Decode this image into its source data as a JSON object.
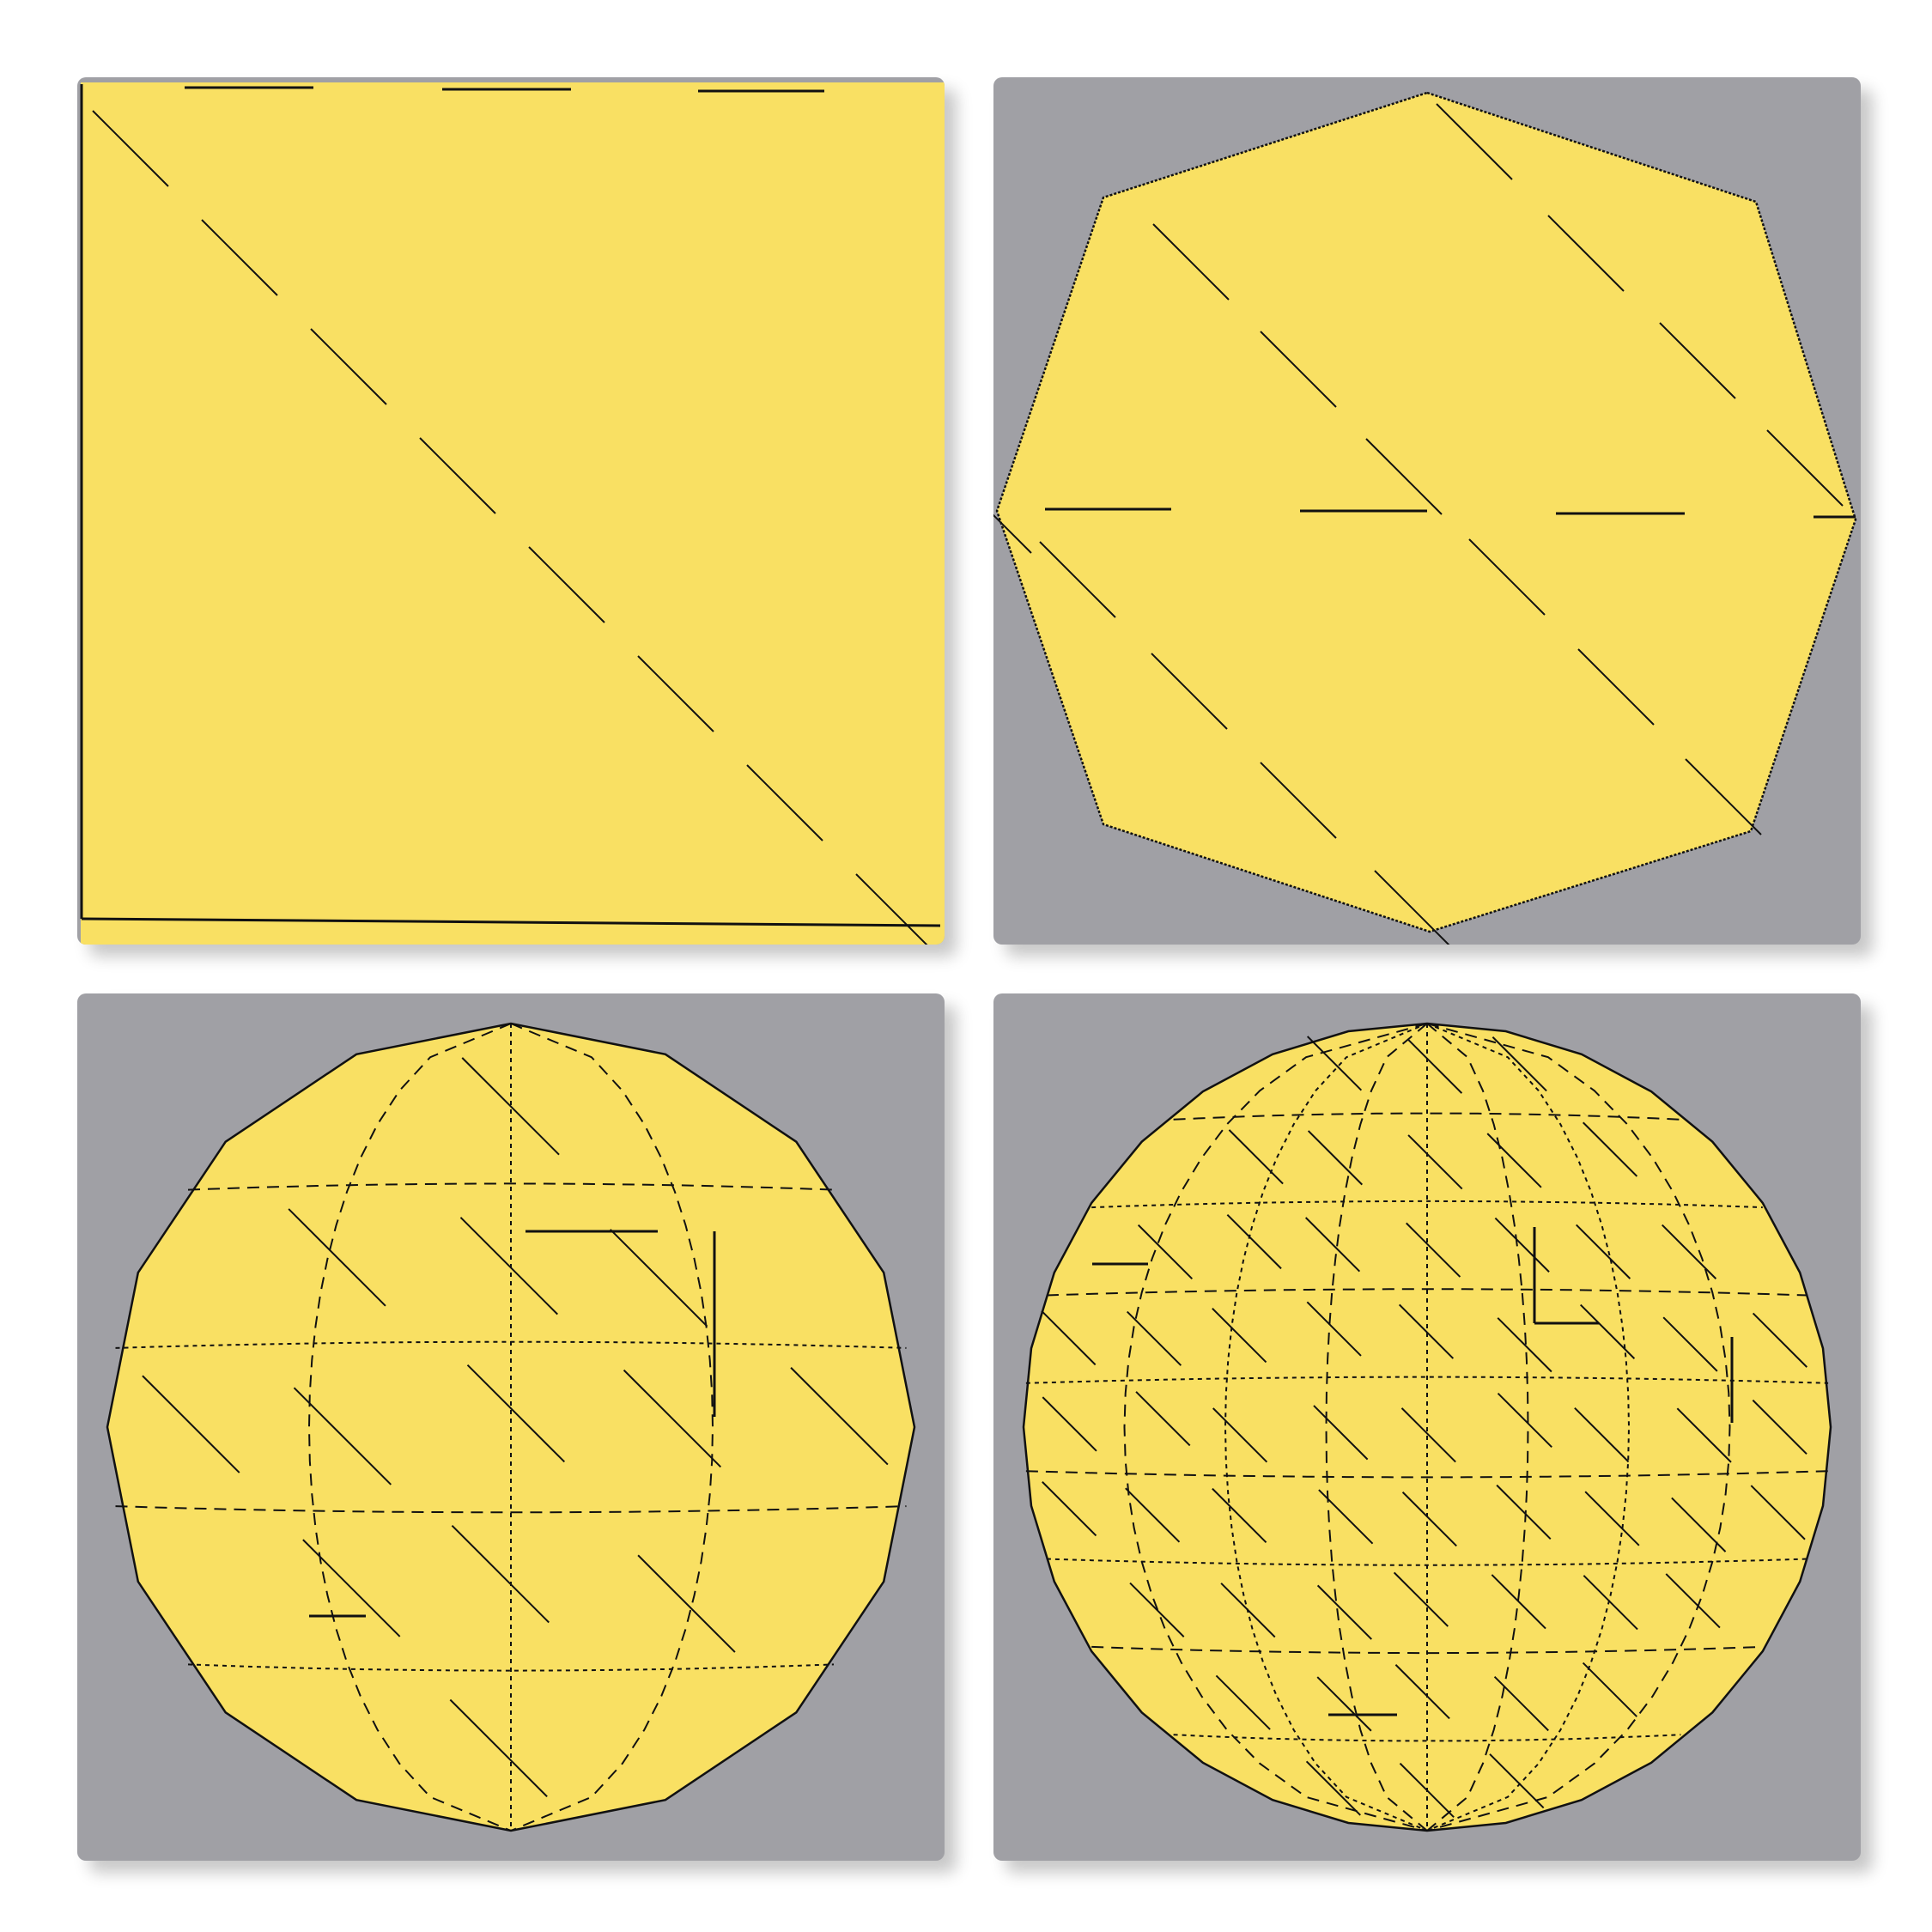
{
  "colors": {
    "background": "#ffffff",
    "panel_bg": "#a0a0a5",
    "fill": "#f9e063",
    "edge": "#111111"
  },
  "panels": [
    {
      "shape": "square",
      "segments_around": 4,
      "rings": 1
    },
    {
      "shape": "octagon",
      "segments_around": 8,
      "rings": 1
    },
    {
      "shape": "sphere",
      "segments_around": 16,
      "rings": 5
    },
    {
      "shape": "sphere",
      "segments_around": 32,
      "rings": 9
    }
  ]
}
